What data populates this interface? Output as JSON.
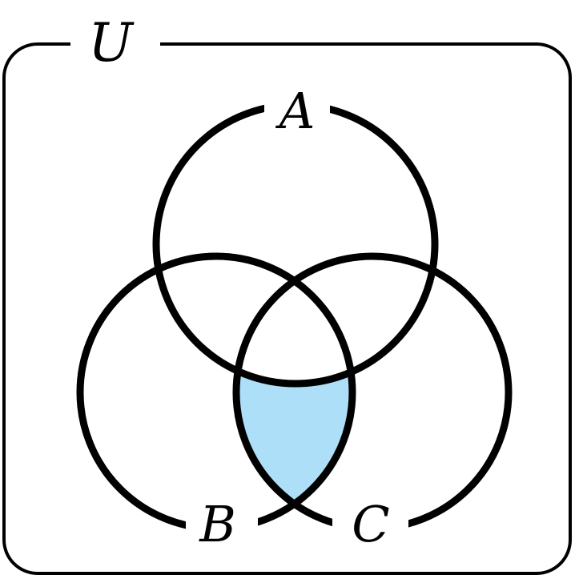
{
  "diagram": {
    "universe_label": "U",
    "sets": [
      {
        "key": "A",
        "label": "A"
      },
      {
        "key": "B",
        "label": "B"
      },
      {
        "key": "C",
        "label": "C"
      }
    ],
    "shaded_region": "(B ∩ C) \\ A",
    "colors": {
      "shade": "#ADDFF8",
      "stroke": "#000000",
      "background": "#FFFFFF"
    }
  }
}
